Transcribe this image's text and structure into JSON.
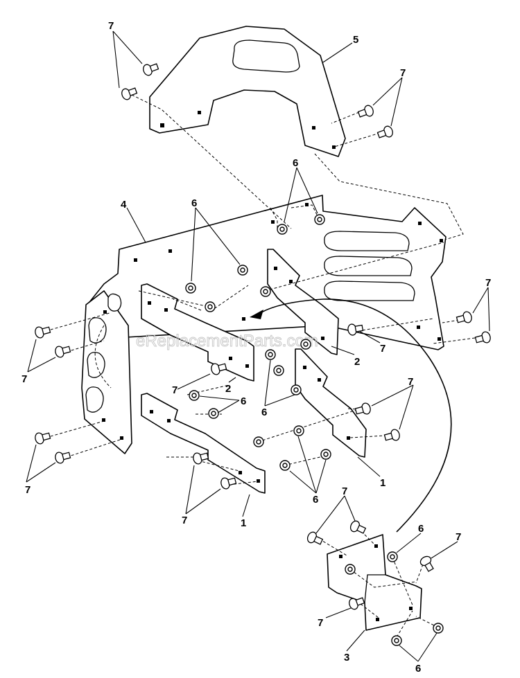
{
  "watermark": "eReplacementParts.com",
  "callouts": [
    "7",
    "5",
    "7",
    "6",
    "4",
    "6",
    "7",
    "7",
    "2",
    "7",
    "2",
    "7",
    "6",
    "6",
    "7",
    "7",
    "1",
    "7",
    "1",
    "6",
    "7",
    "7",
    "6",
    "7",
    "7",
    "3",
    "6"
  ]
}
